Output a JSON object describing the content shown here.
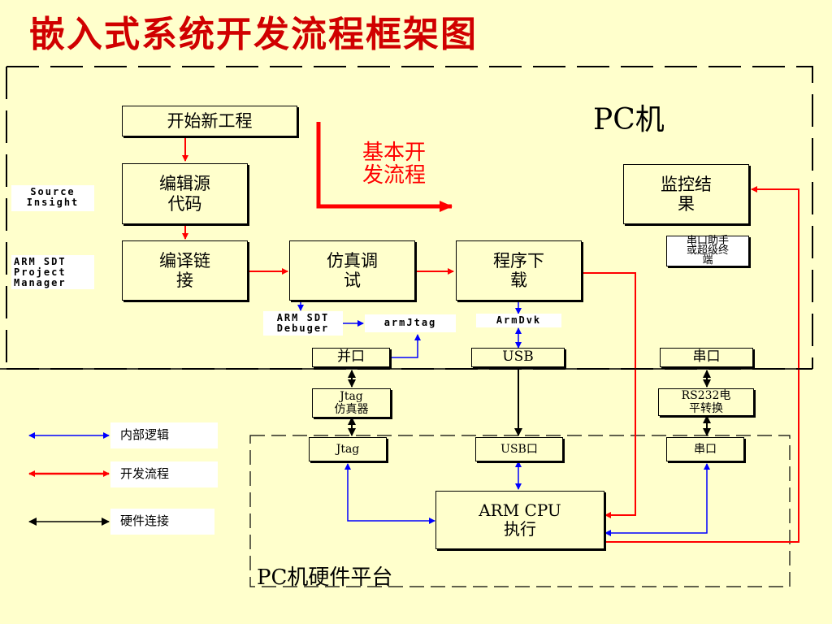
{
  "title": "嵌入式系统开发流程框架图",
  "regions": {
    "pc": "PC机",
    "hardware": "PC机硬件平台"
  },
  "flow_note": "基本开\n发流程",
  "boxes": {
    "new_project": "开始新工程",
    "edit_source": "编辑源\n代码",
    "compile_link": "编译链\n接",
    "debug_sim": "仿真调\n试",
    "download": "程序下\n载",
    "monitor": "监控结\n果",
    "parallel_port": "并口",
    "usb_port": "USB",
    "serial_port_pc": "串口",
    "jtag_emulator": "Jtag\n仿真器",
    "rs232_conv": "RS232电\n平转换",
    "jtag": "Jtag",
    "usb_port_hw": "USB口",
    "serial_port_hw": "串口",
    "arm_cpu": "ARM CPU\n执行"
  },
  "tool_labels": {
    "source_insight": "Source\nInsight",
    "arm_sdt_pm": "ARM SDT\nProject\nManager",
    "arm_sdt_debugger": "ARM SDT\nDebuger",
    "armjtag": "armJtag",
    "armdvk": "ArmDvk",
    "serial_helper": "串口助手\n或超级终\n端"
  },
  "legend": [
    {
      "label": "内部逻辑",
      "color": "#0000FF"
    },
    {
      "label": "开发流程",
      "color": "#FF0000"
    },
    {
      "label": "硬件连接",
      "color": "#000000"
    }
  ]
}
